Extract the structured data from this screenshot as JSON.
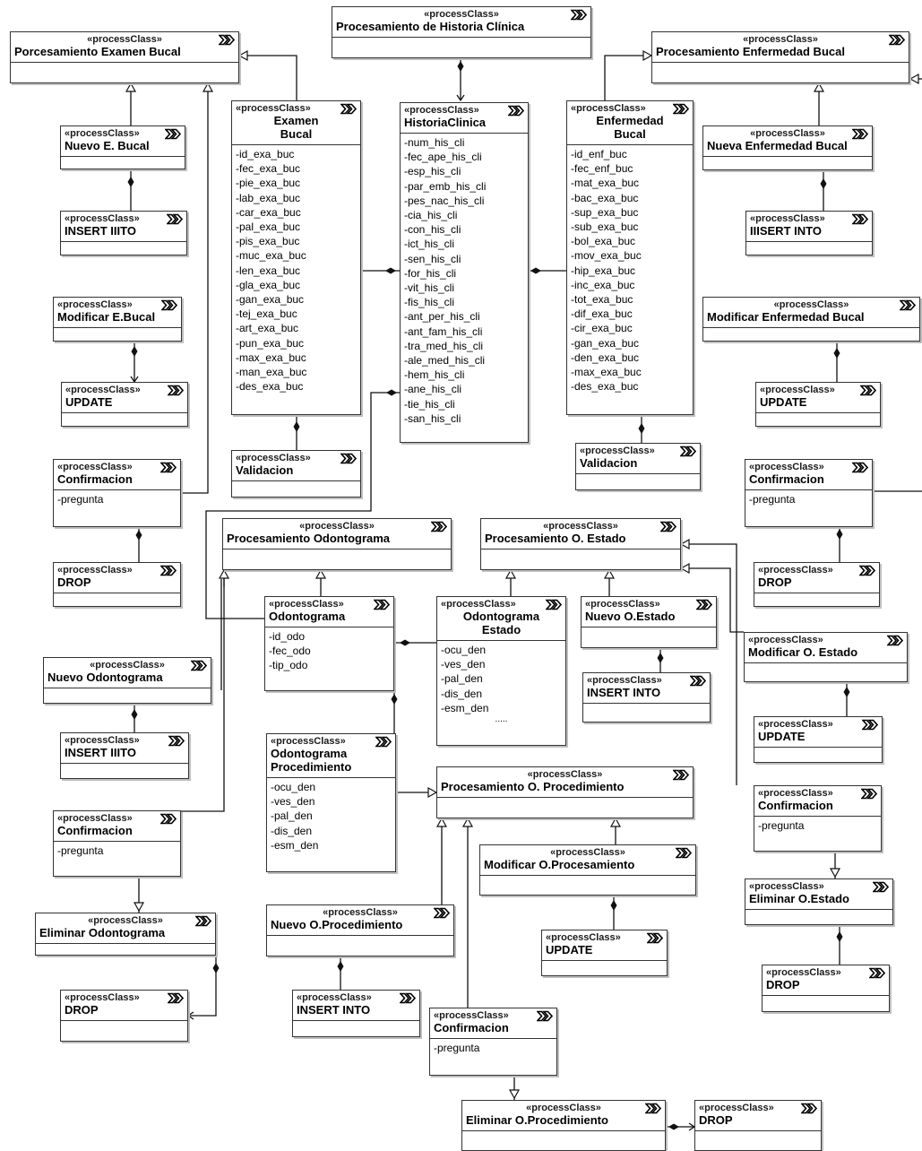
{
  "stereotype": "«processClass»",
  "icon": "process-icon",
  "classes": [
    {
      "id": "historia",
      "name": "Procesamiento de Historia Clínica"
    },
    {
      "id": "examen",
      "name": "Porcesamiento Examen Bucal"
    },
    {
      "id": "enfermedad",
      "name": "Procesamiento Enfermedad Bucal"
    },
    {
      "id": "nuevo-e-bucal",
      "name": "Nuevo E. Bucal"
    },
    {
      "id": "insert-into-1",
      "name": "INSERT IIITO"
    },
    {
      "id": "modificar-e-bucal",
      "name": "Modificar E.Bucal"
    },
    {
      "id": "update-1",
      "name": "UPDATE"
    },
    {
      "id": "confirmacion-1",
      "name": "Confirmacion",
      "attrs": [
        "-pregunta"
      ]
    },
    {
      "id": "drop-1",
      "name": "DROP"
    },
    {
      "id": "examen-bucal",
      "name": "Examen\nBucal",
      "attrs": [
        "-id_exa_buc",
        "-fec_exa_buc",
        "-pie_exa_buc",
        "-lab_exa_buc",
        "-car_exa_buc",
        "-pal_exa_buc",
        "-pis_exa_buc",
        "-muc_exa_buc",
        "-len_exa_buc",
        "-gla_exa_buc",
        "-gan_exa_buc",
        "-tej_exa_buc",
        "-art_exa_buc",
        "-pun_exa_buc",
        "-max_exa_buc",
        "-man_exa_buc",
        "-des_exa_buc"
      ]
    },
    {
      "id": "validacion-1",
      "name": "Validacion"
    },
    {
      "id": "historia-clinica",
      "name": "HistoriaClinica",
      "attrs": [
        "-num_his_cli",
        "-fec_ape_his_cli",
        "-esp_his_cli",
        "-par_emb_his_cli",
        "-pes_nac_his_cli",
        "-cia_his_cli",
        "-con_his_cli",
        "-ict_his_cli",
        "-sen_his_cli",
        "-for_his_cli",
        "-vit_his_cli",
        "-fis_his_cli",
        "-ant_per_his_cli",
        "-ant_fam_his_cli",
        "-tra_med_his_cli",
        "-ale_med_his_cli",
        "-hem_his_cli",
        "-ane_his_cli",
        "-tie_his_cli",
        "-san_his_cli"
      ]
    },
    {
      "id": "enfermedad-bucal",
      "name": "Enfermedad\nBucal",
      "attrs": [
        "-id_enf_buc",
        "-fec_enf_buc",
        "-mat_exa_buc",
        "-bac_exa_buc",
        "-sup_exa_buc",
        "-sub_exa_buc",
        "-bol_exa_buc",
        "-mov_exa_buc",
        "-hip_exa_buc",
        "-inc_exa_buc",
        "-tot_exa_buc",
        "-dif_exa_buc",
        "-cir_exa_buc",
        "-gan_exa_buc",
        "-den_exa_buc",
        "-max_exa_buc",
        "-des_exa_buc"
      ]
    },
    {
      "id": "validacion-2",
      "name": "Validacion"
    },
    {
      "id": "nueva-enfermedad",
      "name": "Nueva Enfermedad Bucal"
    },
    {
      "id": "insert-into-2",
      "name": "IIISERT INTO"
    },
    {
      "id": "modificar-enfermedad",
      "name": "Modificar Enfermedad Bucal"
    },
    {
      "id": "update-2",
      "name": "UPDATE"
    },
    {
      "id": "confirmacion-2",
      "name": "Confirmacion",
      "attrs": [
        "-pregunta"
      ]
    },
    {
      "id": "drop-2",
      "name": "DROP"
    },
    {
      "id": "proc-odontograma",
      "name": "Procesamiento Odontograma"
    },
    {
      "id": "proc-o-estado",
      "name": "Procesamiento O. Estado"
    },
    {
      "id": "odontograma",
      "name": "Odontograma",
      "attrs": [
        "-id_odo",
        "-fec_odo",
        "-tip_odo"
      ]
    },
    {
      "id": "odontograma-estado",
      "name": "Odontograma\nEstado",
      "attrs": [
        "-ocu_den",
        "-ves_den",
        "-pal_den",
        "-dis_den",
        "-esm_den"
      ],
      "ellipsis": "....."
    },
    {
      "id": "nuevo-o-estado",
      "name": "Nuevo O.Estado"
    },
    {
      "id": "insert-into-3",
      "name": "INSERT INTO"
    },
    {
      "id": "modificar-o-estado",
      "name": "Modificar O. Estado"
    },
    {
      "id": "update-3",
      "name": "UPDATE"
    },
    {
      "id": "confirmacion-3",
      "name": "Confirmacion",
      "attrs": [
        "-pregunta"
      ]
    },
    {
      "id": "eliminar-o-estado",
      "name": "Eliminar O.Estado"
    },
    {
      "id": "drop-3",
      "name": "DROP"
    },
    {
      "id": "nuevo-odontograma",
      "name": "Nuevo Odontograma"
    },
    {
      "id": "insert-into-4",
      "name": "INSERT IIITO"
    },
    {
      "id": "odontograma-procedimiento",
      "name": "Odontograma\nProcedimiento",
      "attrs": [
        "-ocu_den",
        "-ves_den",
        "-pal_den",
        "-dis_den",
        "-esm_den"
      ]
    },
    {
      "id": "proc-o-procedimiento",
      "name": "Procesamiento O. Procedimiento"
    },
    {
      "id": "confirmacion-4",
      "name": "Confirmacion",
      "attrs": [
        "-pregunta"
      ]
    },
    {
      "id": "modificar-o-procesamiento",
      "name": "Modificar O.Procesamiento"
    },
    {
      "id": "update-4",
      "name": "UPDATE"
    },
    {
      "id": "eliminar-odontograma",
      "name": "Eliminar Odontograma"
    },
    {
      "id": "drop-4",
      "name": "DROP"
    },
    {
      "id": "nuevo-o-procedimiento",
      "name": "Nuevo O.Procedimiento"
    },
    {
      "id": "insert-into-5",
      "name": "INSERT INTO"
    },
    {
      "id": "confirmacion-5",
      "name": "Confirmacion",
      "attrs": [
        "-pregunta"
      ]
    },
    {
      "id": "eliminar-o-procedimiento",
      "name": "Eliminar O.Procedimiento"
    },
    {
      "id": "drop-5",
      "name": "DROP"
    }
  ]
}
